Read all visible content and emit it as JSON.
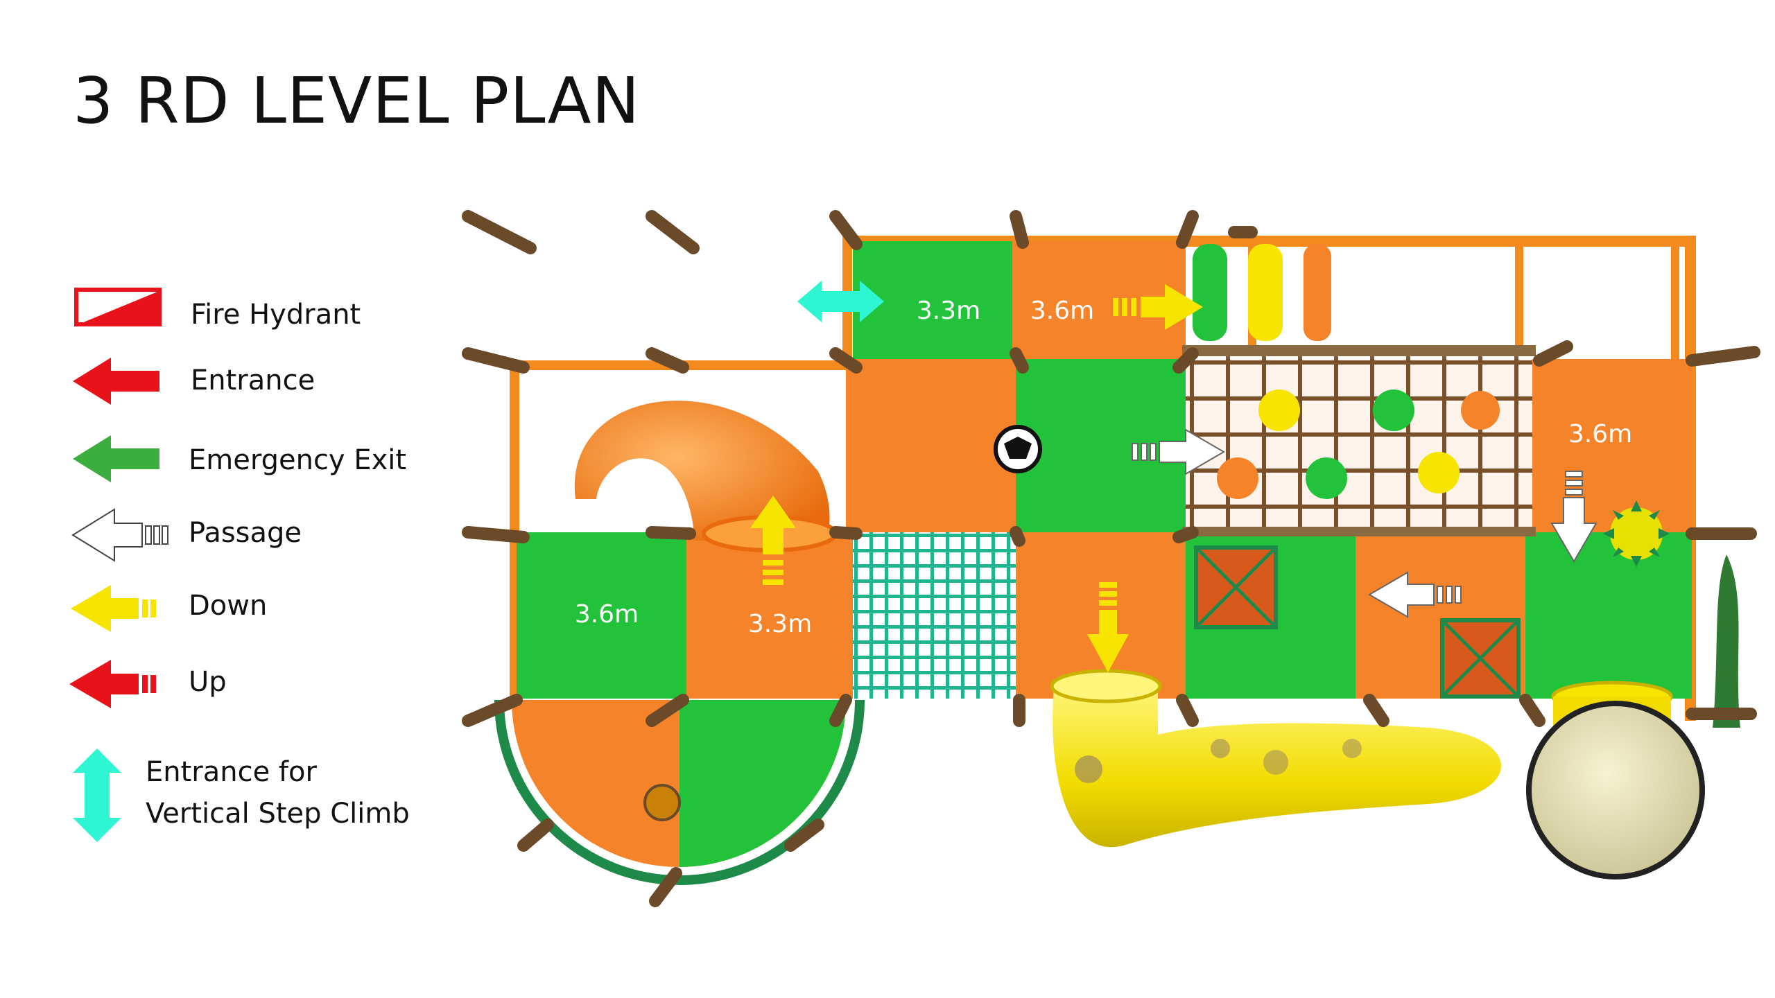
{
  "title": "3 RD LEVEL PLAN",
  "legend": {
    "fire_hydrant": "Fire Hydrant",
    "entrance": "Entrance",
    "emergency_exit": "Emergency Exit",
    "passage": "Passage",
    "down": "Down",
    "up": "Up",
    "vertical_line1": "Entrance for",
    "vertical_line2": "Vertical Step Climb"
  },
  "dimensions": {
    "top_green": "3.3m",
    "top_orange": "3.6m",
    "right_orange": "3.6m",
    "left_green": "3.6m",
    "slide_orange": "3.3m"
  },
  "colors": {
    "orange": "#F5832A",
    "light_orange": "#FBA03A",
    "green": "#22C33A",
    "yellow": "#F7E400",
    "red": "#E8121A",
    "emergency_green": "#3BAE3F",
    "cyan": "#2EF5D2",
    "post_brown": "#6B4A2A",
    "frame": "#F28A1E"
  },
  "icons": {
    "fire_hydrant": "fire-hydrant-icon",
    "entrance": "red-arrow-left-icon",
    "emergency_exit": "green-arrow-left-icon",
    "passage": "white-arrow-left-icon",
    "down": "yellow-arrow-left-icon",
    "up": "red-striped-arrow-left-icon",
    "vertical": "cyan-double-arrow-icon"
  }
}
